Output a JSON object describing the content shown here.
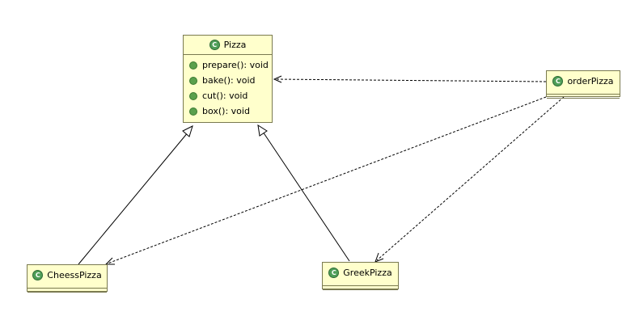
{
  "classes": {
    "pizza": {
      "name": "Pizza",
      "members": [
        "prepare(): void",
        "bake(): void",
        "cut(): void",
        "box(): void"
      ]
    },
    "order_pizza": {
      "name": "orderPizza"
    },
    "cheess_pizza": {
      "name": "CheessPizza"
    },
    "greek_pizza": {
      "name": "GreekPizza"
    }
  },
  "icon": {
    "class_glyph": "C",
    "class_icon_color": "#4f9e58",
    "box_fill": "#ffffcc"
  },
  "relations": [
    {
      "from": "CheessPizza",
      "to": "Pizza",
      "kind": "generalization"
    },
    {
      "from": "GreekPizza",
      "to": "Pizza",
      "kind": "generalization"
    },
    {
      "from": "orderPizza",
      "to": "Pizza",
      "kind": "dependency"
    },
    {
      "from": "orderPizza",
      "to": "CheessPizza",
      "kind": "dependency"
    },
    {
      "from": "orderPizza",
      "to": "GreekPizza",
      "kind": "dependency"
    }
  ]
}
